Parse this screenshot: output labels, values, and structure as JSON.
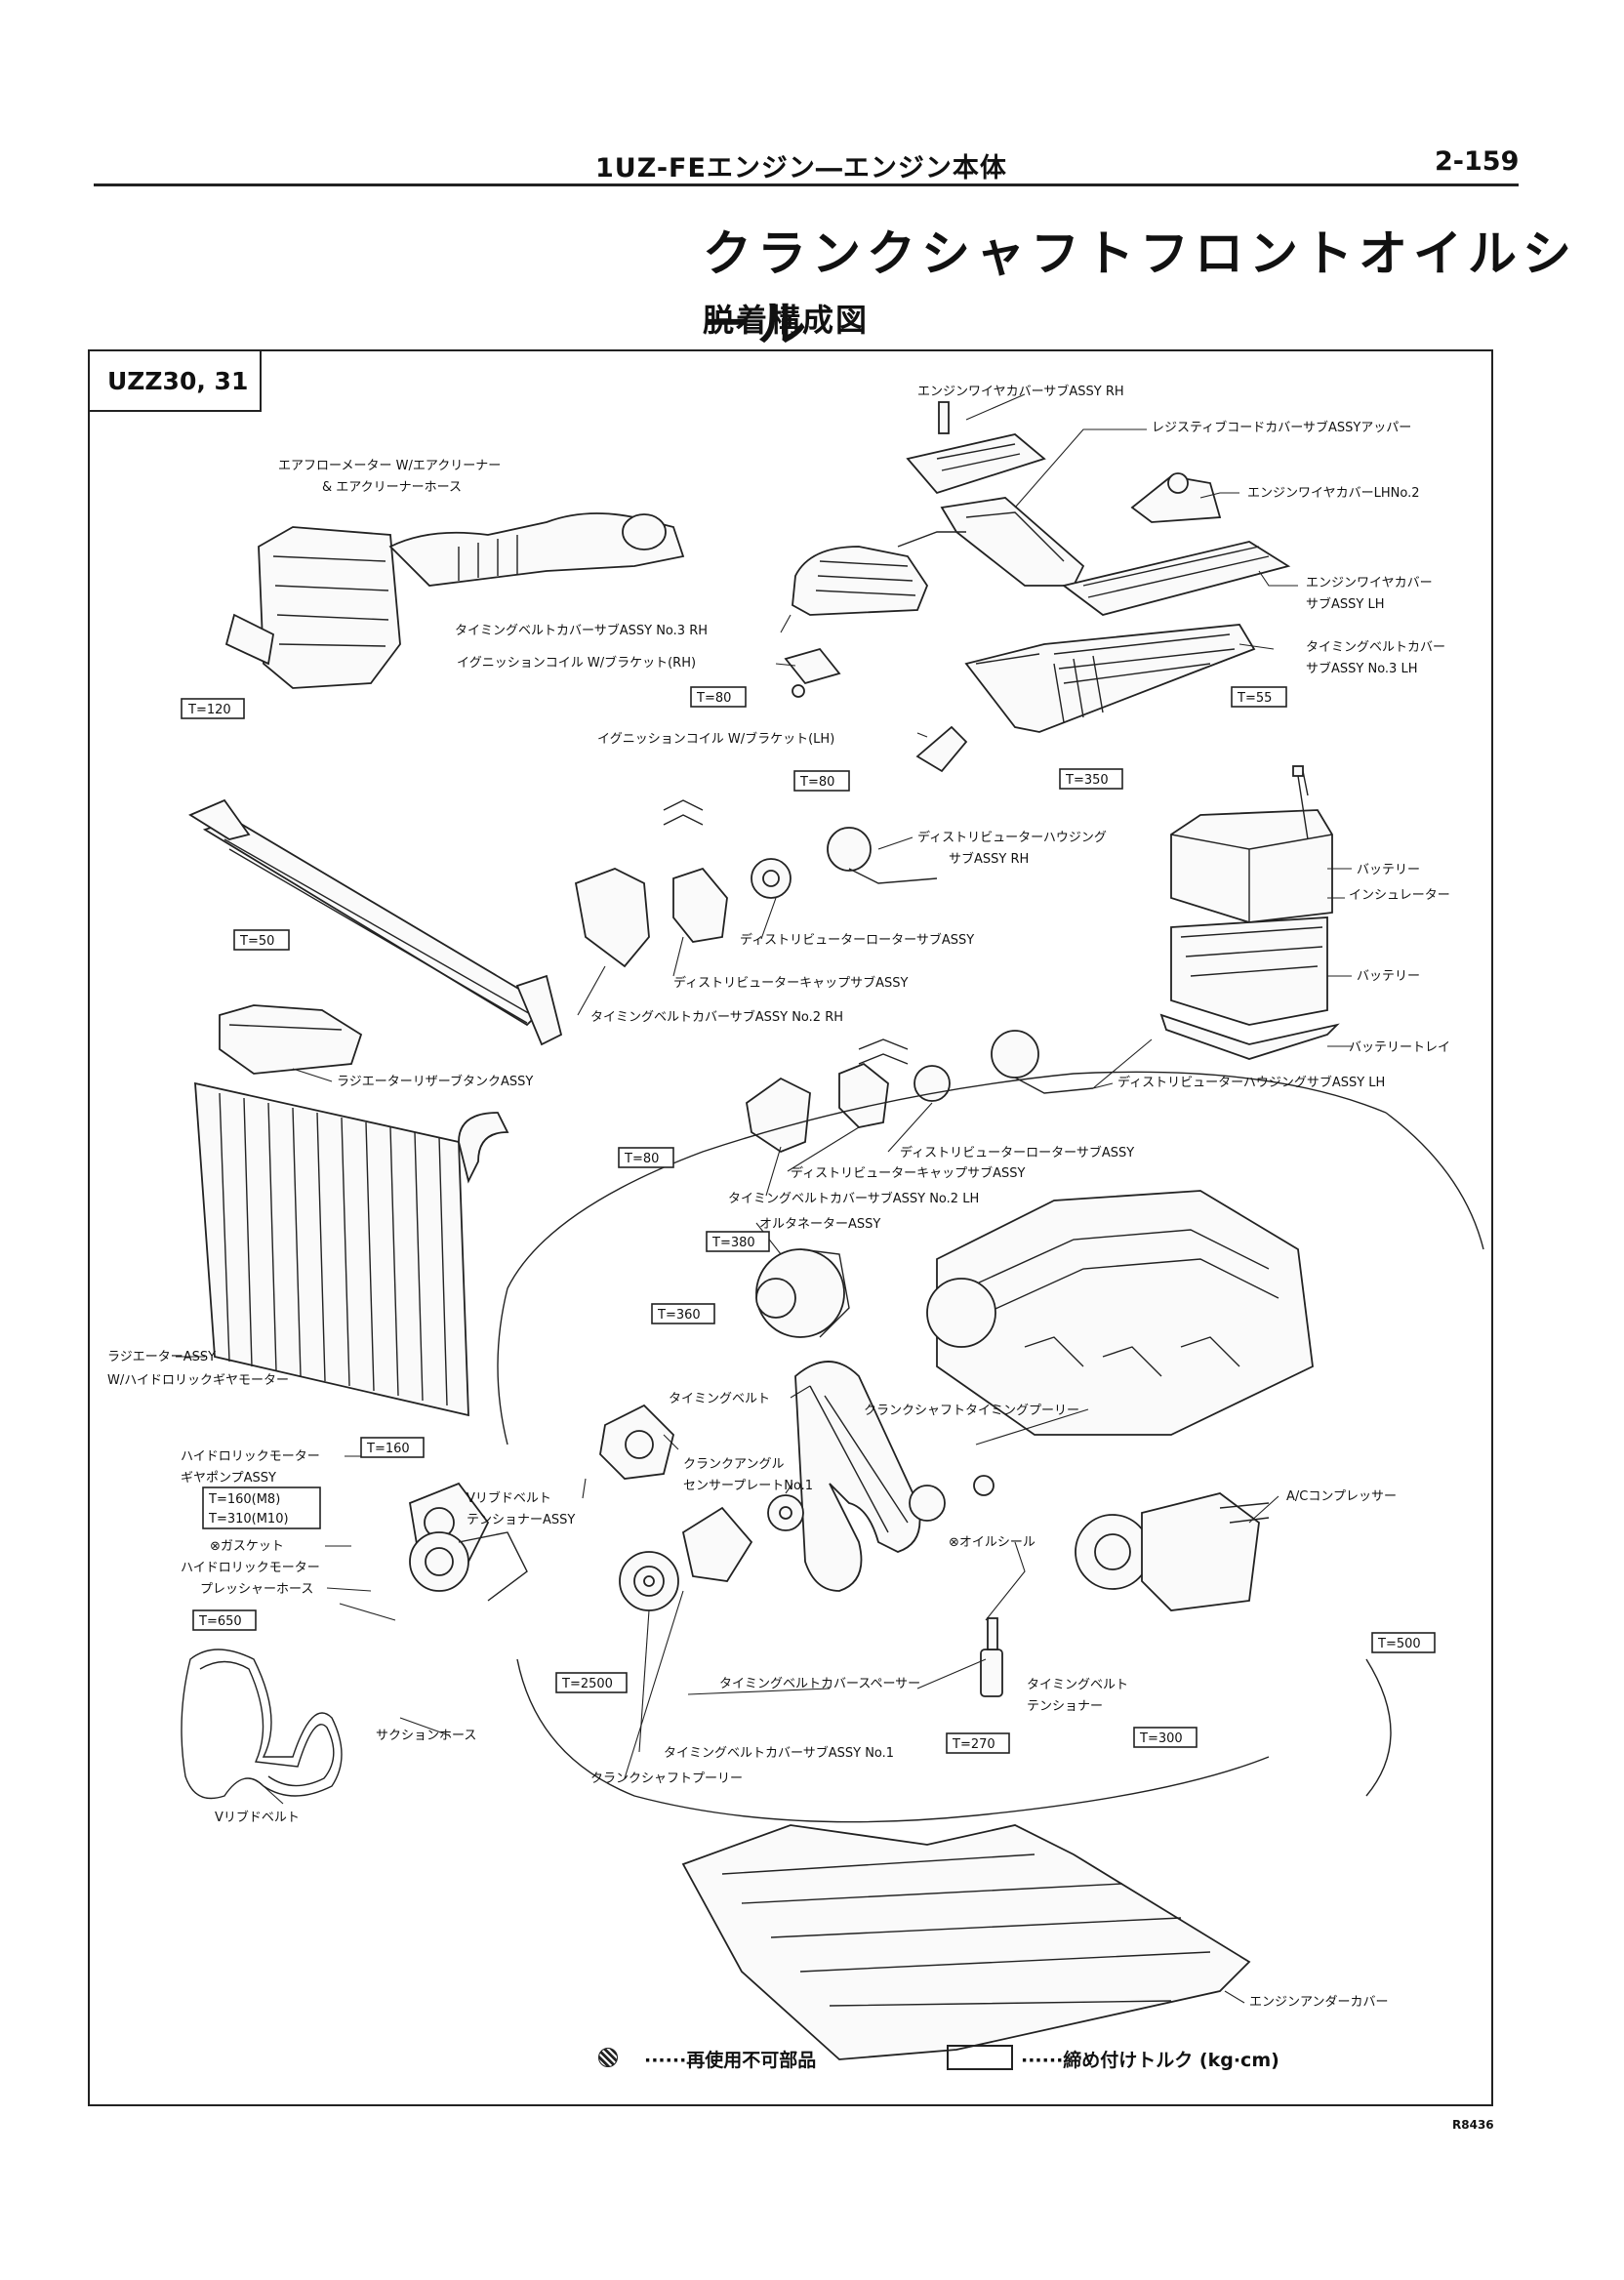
{
  "header": {
    "section_title": "1UZ-FEエンジン―エンジン本体",
    "page_number": "2-159"
  },
  "title": "クランクシャフトフロントオイルシール",
  "subtitle": "脱着構成図",
  "model": "UZZ30, 31",
  "labels": {
    "engine_wire_cover_rh": "エンジンワイヤカバーサブASSY RH",
    "resistive_cord_cover": "レジスティブコードカバーサブASSYアッパー",
    "airflow_meter_1": "エアフローメーター W/エアクリーナー",
    "airflow_meter_2": "& エアクリーナーホース",
    "engine_wire_cover_lh2": "エンジンワイヤカバーLHNo.2",
    "engine_wire_cover_lh_1": "エンジンワイヤカバー",
    "engine_wire_cover_lh_2": "サブASSY LH",
    "timing_cover_no3_rh": "タイミングベルトカバーサブASSY No.3 RH",
    "ignition_coil_rh": "イグニッションコイル W/ブラケット(RH)",
    "timing_cover_no3_lh_1": "タイミングベルトカバー",
    "timing_cover_no3_lh_2": "サブASSY No.3 LH",
    "ignition_coil_lh": "イグニッションコイル W/ブラケット(LH)",
    "dist_housing_rh_1": "ディストリビューターハウジング",
    "dist_housing_rh_2": "サブASSY RH",
    "battery": "バッテリー",
    "insulator": "インシュレーター",
    "dist_rotor_rh": "ディストリビューターローターサブASSY",
    "dist_cap_rh": "ディストリビューターキャップサブASSY",
    "battery2": "バッテリー",
    "timing_cover_no2_rh": "タイミングベルトカバーサブASSY No.2 RH",
    "battery_tray": "バッテリートレイ",
    "radiator_reservoir": "ラジエーターリザーブタンクASSY",
    "dist_housing_lh": "ディストリビューターハウジングサブASSY LH",
    "dist_rotor_lh": "ディストリビューターローターサブASSY",
    "dist_cap_lh": "ディストリビューターキャップサブASSY",
    "timing_cover_no2_lh": "タイミングベルトカバーサブASSY No.2 LH",
    "alternator": "オルタネーターASSY",
    "radiator_1": "ラジエーターASSY",
    "radiator_2": "W/ハイドロリックギヤモーター",
    "timing_belt": "タイミングベルト",
    "crank_timing_pulley": "クランクシャフトタイミングプーリー",
    "hydraulic_motor_1": "ハイドロリックモーター",
    "hydraulic_motor_2": "ギヤポンプASSY",
    "crank_angle_1": "クランクアングル",
    "crank_angle_2": "センサープレートNo.1",
    "v_ribbed_tensioner_1": "Vリブドベルト",
    "v_ribbed_tensioner_2": "テンショナーASSY",
    "ac_compressor": "A/Cコンプレッサー",
    "gasket": "⊗ガスケット",
    "oil_seal": "⊗オイルシール",
    "pressure_hose_1": "ハイドロリックモーター",
    "pressure_hose_2": "プレッシャーホース",
    "timing_spacer": "タイミングベルトカバースペーサー",
    "timing_tensioner_1": "タイミングベルト",
    "timing_tensioner_2": "テンショナー",
    "suction_hose": "サクションホース",
    "timing_cover_no1": "タイミングベルトカバーサブASSY No.1",
    "crank_pulley": "クランクシャフトプーリー",
    "v_ribbed_belt": "Vリブドベルト",
    "engine_under_cover": "エンジンアンダーカバー"
  },
  "torques": {
    "t120": "T=120",
    "t80a": "T=80",
    "t55": "T=55",
    "t80b": "T=80",
    "t350": "T=350",
    "t50": "T=50",
    "t80c": "T=80",
    "t380": "T=380",
    "t360": "T=360",
    "t160": "T=160",
    "t160m8": "T=160(M8)",
    "t310m10": "T=310(M10)",
    "t650": "T=650",
    "t2500": "T=2500",
    "t270": "T=270",
    "t500": "T=500",
    "t300": "T=300"
  },
  "legend": {
    "non_reusable": "······再使用不可部品",
    "torque": "······締め付けトルク (kg·cm)"
  },
  "figure_number": "R8436"
}
